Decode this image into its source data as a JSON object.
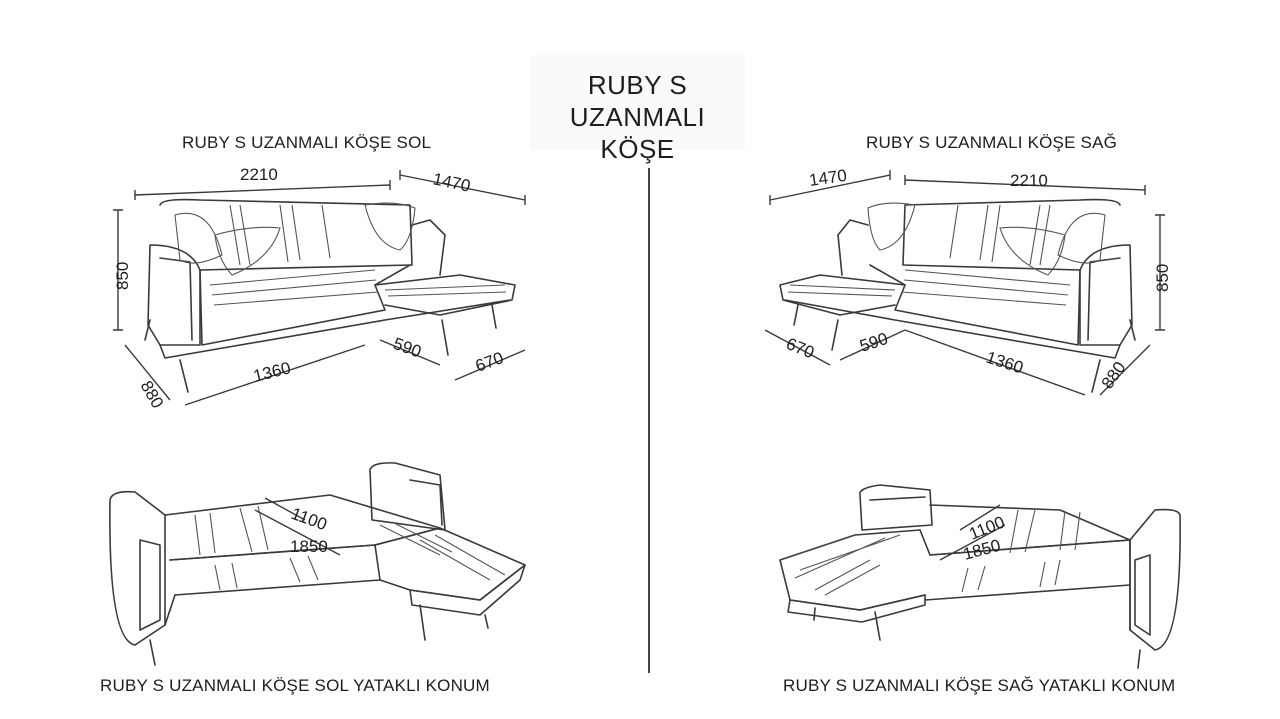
{
  "title": {
    "line1": "RUBY S",
    "line2": "UZANMALI KÖŞE"
  },
  "captions": {
    "top_left": "RUBY S UZANMALI KÖŞE SOL",
    "top_right": "RUBY S UZANMALI KÖŞE SAĞ",
    "bottom_left": "RUBY S UZANMALI KÖŞE SOL YATAKLI KONUM",
    "bottom_right": "RUBY S UZANMALI KÖŞE SAĞ YATAKLI KONUM"
  },
  "dimensions": {
    "left_sofa": {
      "width": "2210",
      "chaise_width": "1470",
      "height": "850",
      "depth": "880",
      "seat_length": "1360",
      "chaise_seat": "590",
      "chaise_depth": "670"
    },
    "right_sofa": {
      "width": "2210",
      "chaise_width": "1470",
      "height": "850",
      "depth": "880",
      "seat_length": "1360",
      "chaise_seat": "590",
      "chaise_depth": "670"
    },
    "left_bed": {
      "width": "1100",
      "length": "1850"
    },
    "right_bed": {
      "width": "1100",
      "length": "1850"
    }
  }
}
